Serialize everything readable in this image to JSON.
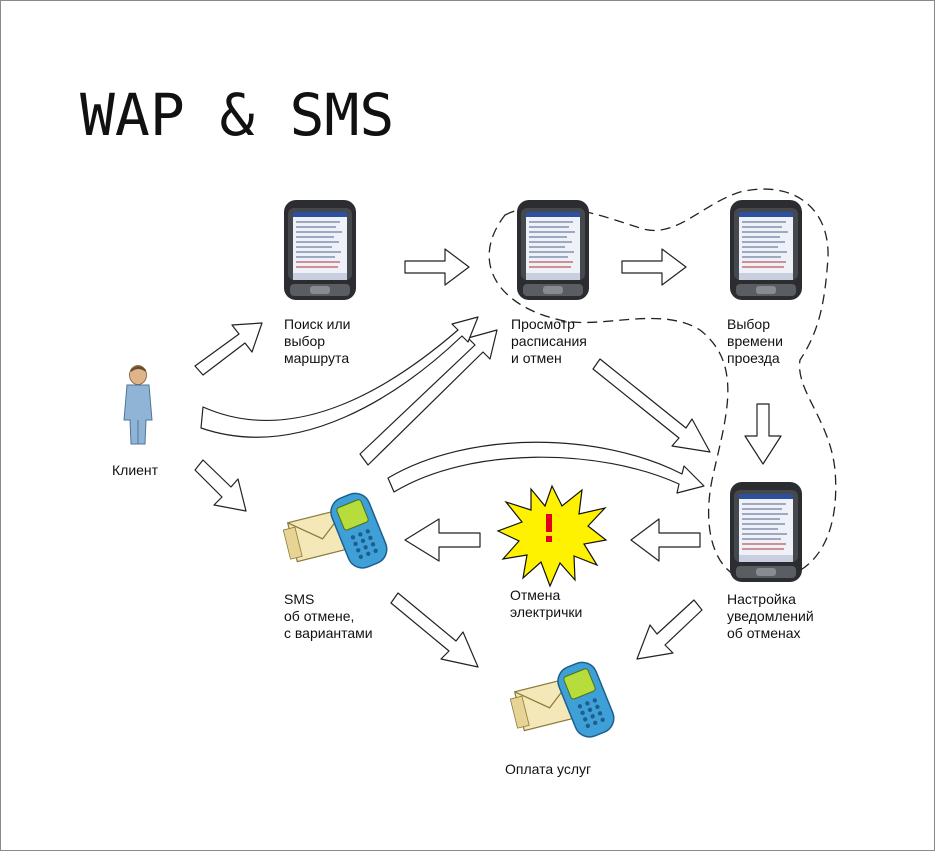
{
  "title": "WAP & SMS",
  "nodes": {
    "client": {
      "lines": [
        "Клиент"
      ]
    },
    "search": {
      "lines": [
        "Поиск или",
        "выбор",
        "маршрута"
      ]
    },
    "view": {
      "lines": [
        "Просмотр",
        "расписания",
        "и отмен"
      ]
    },
    "choose_time": {
      "lines": [
        "Выбор",
        "времени",
        "проезда"
      ]
    },
    "notify_setup": {
      "lines": [
        "Настройка",
        "уведомлений",
        "об отменах"
      ]
    },
    "cancel": {
      "lines": [
        "Отмена",
        "электрички"
      ]
    },
    "sms": {
      "lines": [
        "SMS",
        "об отмене,",
        "с вариантами"
      ]
    },
    "payment": {
      "lines": [
        "Оплата услуг"
      ]
    }
  },
  "colors": {
    "phone_body": "#2b2d30",
    "phone_screen": "#eef1f8",
    "screen_header": "#2c4f9e",
    "burst": "#fff200",
    "burst_mark": "#e0001b",
    "person": "#8fb4d6",
    "envelope": "#f4e7b8",
    "mobile": "#3fa0d8",
    "mobile_screen": "#b6dd3b"
  },
  "icons": [
    "person-icon",
    "wap-phone-icon",
    "sms-phone-icon",
    "alert-burst-icon"
  ]
}
